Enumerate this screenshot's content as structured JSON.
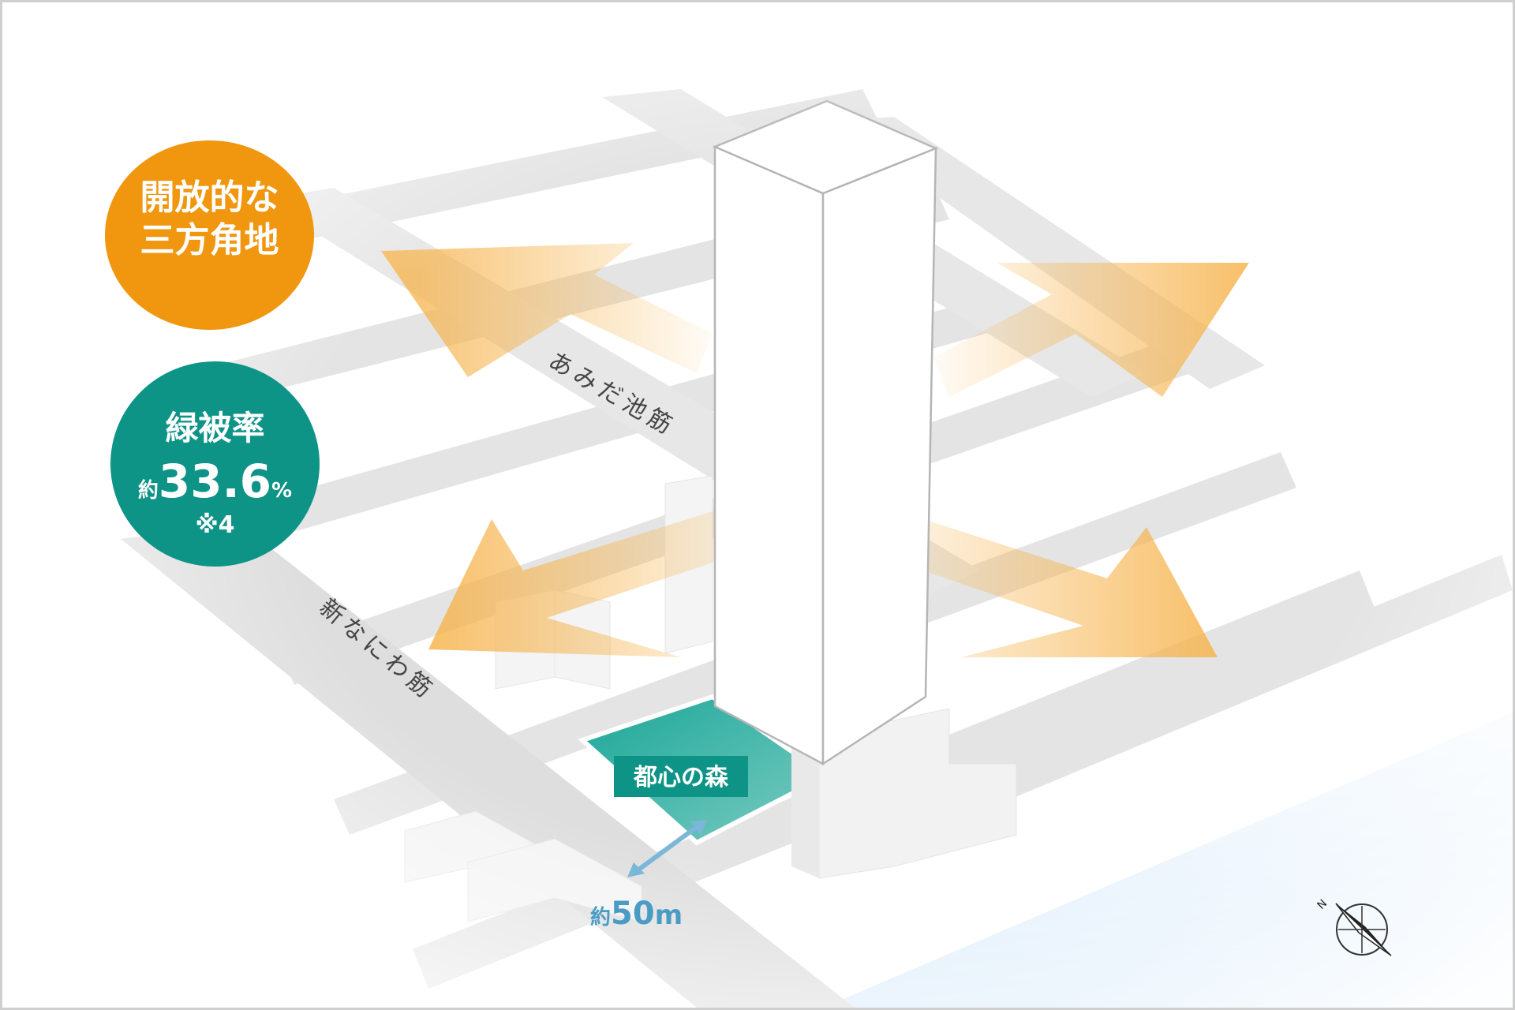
{
  "badges": {
    "corner_lot": {
      "line1": "開放的な",
      "line2": "三方角地",
      "color": "#f0960f"
    },
    "greenery": {
      "title": "緑被率",
      "prefix": "約",
      "value": "33.6",
      "unit": "%",
      "note": "※4",
      "color": "#0e9387"
    }
  },
  "streets": {
    "amida": "あみだ池筋",
    "naniwa": "新なにわ筋"
  },
  "forest": {
    "label": "都心の森",
    "color": "#1aa798"
  },
  "distance": {
    "prefix": "約",
    "value": "50",
    "unit": "m",
    "color": "#4a9cc5"
  },
  "compass": {
    "label": "N",
    "icon": "compass-icon"
  },
  "colors": {
    "arrow": "#f6b44e",
    "water": "#dcedfb",
    "road": "#e2e2e2"
  }
}
